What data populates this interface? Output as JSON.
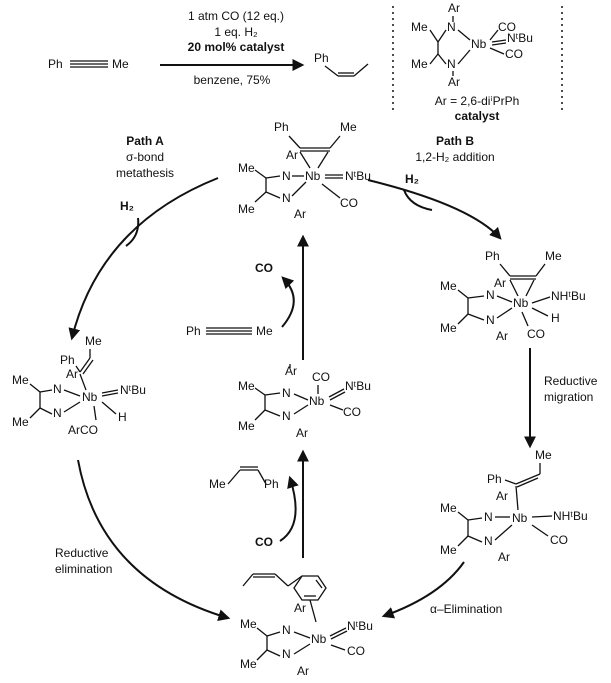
{
  "top_reaction": {
    "reactant": "Ph",
    "reactant_me": "Me",
    "conditions": [
      "1 atm CO (12 eq.)",
      "1 eq. H₂",
      "20 mol% catalyst"
    ],
    "below_arrow": "benzene, 75%",
    "product_ph": "Ph"
  },
  "catalyst_box": {
    "n_top": "N",
    "ar_top": "Ar",
    "nb": "Nb",
    "co_top": "CO",
    "ntbu": "NᵗBu",
    "co_bottom": "CO",
    "ar_bottom": "Ar",
    "me_top": "Me",
    "me_bottom": "Me",
    "n_bottom": "N",
    "ar_def": "Ar = 2,6-diⁱPrPh",
    "caption": "catalyst"
  },
  "path_a": {
    "title": "Path A",
    "line1": "σ-bond",
    "line2": "metathesis"
  },
  "path_b": {
    "title": "Path B",
    "line1": "1,2-H₂ addition"
  },
  "h2_left": "H₂",
  "h2_right": "H₂",
  "reductive_migration": [
    "Reductive",
    "migration"
  ],
  "reductive_elimination": [
    "Reductive",
    "elimination"
  ],
  "alpha_elimination": "α–Elimination",
  "co_in_top": "CO",
  "co_in_bottom": "CO",
  "alkyne_in": {
    "ph": "Ph",
    "me": "Me"
  },
  "alkene_out": {
    "me": "Me",
    "ph": "Ph"
  },
  "complex_top": {
    "ph": "Ph",
    "me_alk": "Me",
    "ar1": "Ar",
    "n1": "N",
    "nb": "Nb",
    "ntbu": "NᵗBu",
    "co": "CO",
    "n2": "N",
    "ar2": "Ar",
    "me1": "Me",
    "me2": "Me"
  },
  "complex_right1": {
    "ph": "Ph",
    "me_alk": "Me",
    "ar1": "Ar",
    "n1": "N",
    "nb": "Nb",
    "nhtbu": "NHᵗBu",
    "h": "H",
    "co": "CO",
    "n2": "N",
    "ar2": "Ar",
    "me1": "Me",
    "me2": "Me"
  },
  "complex_right2": {
    "me_top": "Me",
    "ph": "Ph",
    "ar1": "Ar",
    "n1": "N",
    "nb": "Nb",
    "nhtbu": "NHᵗBu",
    "co": "CO",
    "n2": "N",
    "ar2": "Ar",
    "me1": "Me",
    "me2": "Me"
  },
  "complex_left": {
    "me_top": "Me",
    "ph": "Ph",
    "ar1": "Ar",
    "n1": "N",
    "nb": "Nb",
    "ntbu": "NᵗBu",
    "h": "H",
    "n2": "N",
    "arco": "ArCO",
    "me1": "Me",
    "me2": "Me"
  },
  "complex_center": {
    "ar1": "Ar",
    "n1": "N",
    "co1": "CO",
    "nb": "Nb",
    "ntbu": "NᵗBu",
    "co2": "CO",
    "n2": "N",
    "ar2": "Ar",
    "me1": "Me",
    "me2": "Me"
  },
  "complex_bottom": {
    "ar1": "Ar",
    "n1": "N",
    "nb": "Nb",
    "ntbu": "NᵗBu",
    "co": "CO",
    "n2": "N",
    "ar2": "Ar",
    "me1": "Me",
    "me2": "Me"
  }
}
